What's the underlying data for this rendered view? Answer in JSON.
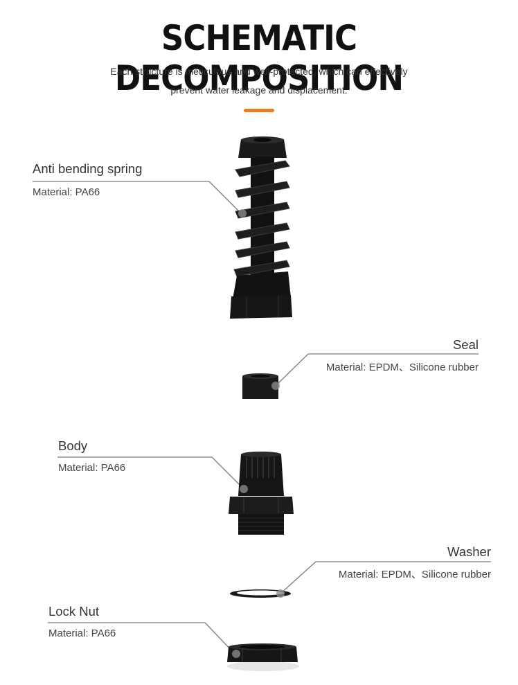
{
  "heading": {
    "title": "SCHEMATIC DECOMPOSITION",
    "subtitle_line1": "Each structure is meticulous and well-protected, which can effectively",
    "subtitle_line2": "prevent water leakage and displacement.",
    "accent_color": "#F07A1E"
  },
  "parts": [
    {
      "name": "Anti bending spring",
      "material": "Material: PA66"
    },
    {
      "name": "Seal",
      "material": "Material: EPDM、Silicone rubber"
    },
    {
      "name": "Body",
      "material": "Material: PA66"
    },
    {
      "name": "Washer",
      "material": "Material: EPDM、Silicone rubber"
    },
    {
      "name": "Lock Nut",
      "material": "Material: PA66"
    }
  ]
}
